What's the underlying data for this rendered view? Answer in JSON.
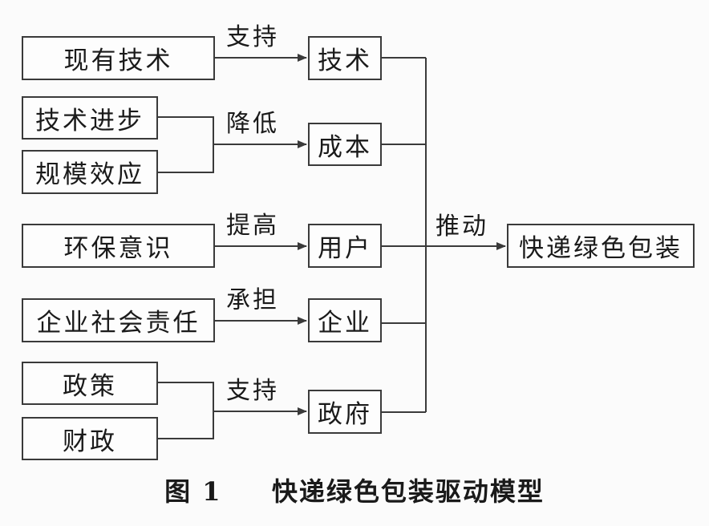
{
  "nodes": {
    "existing_tech": "现有技术",
    "tech_progress": "技术进步",
    "scale_effect": "规模效应",
    "env_awareness": "环保意识",
    "csr": "企业社会责任",
    "policy": "政策",
    "finance": "财政",
    "technology": "技术",
    "cost": "成本",
    "user": "用户",
    "enterprise": "企业",
    "government": "政府",
    "green_packaging": "快递绿色包装"
  },
  "edges": {
    "support_1": "支持",
    "reduce": "降低",
    "raise": "提高",
    "undertake": "承担",
    "support_2": "支持",
    "drive": "推动"
  },
  "caption": {
    "number": "图 1",
    "title": "快递绿色包装驱动模型"
  },
  "colors": {
    "line": "#3a3a3a",
    "box_border": "#3a3a3a",
    "background": "#fbfbfb"
  }
}
